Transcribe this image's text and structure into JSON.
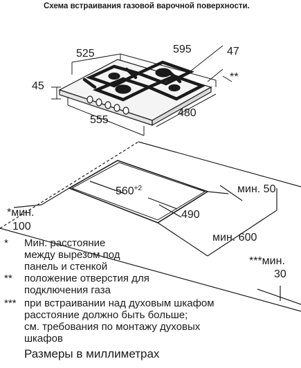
{
  "title": "Схема встраивания газовой варочной поверхности.",
  "hob_dimensions": {
    "width": "595",
    "inner_width": "525",
    "depth_top": "47",
    "height": "45",
    "mark_2": "**",
    "depth": "480",
    "bottom_width": "555"
  },
  "cutout": {
    "width_main": "560",
    "width_sup": "+2",
    "depth": "490",
    "min_back_label": "мин. 50",
    "min_side_label": "*мин.",
    "min_side_value": "100",
    "min_front_label": "мин. 600",
    "min_below_label": "***мин.",
    "min_below_value": "30"
  },
  "notes": [
    {
      "mark": "*",
      "lines": [
        "Мин. расстояние",
        "между вырезом под",
        "панель и стенкой"
      ]
    },
    {
      "mark": "**",
      "lines": [
        "положение отверстия для",
        "подключения газа"
      ]
    },
    {
      "mark": "***",
      "lines": [
        "при встраивании над духовым шкафом",
        "расстояние должно быть больше;",
        "см. требования по монтажу духовых",
        "шкафов"
      ]
    }
  ],
  "units_note": "Размеры в миллиметрах",
  "colors": {
    "line": "#1a1a1a",
    "background": "#ffffff"
  }
}
